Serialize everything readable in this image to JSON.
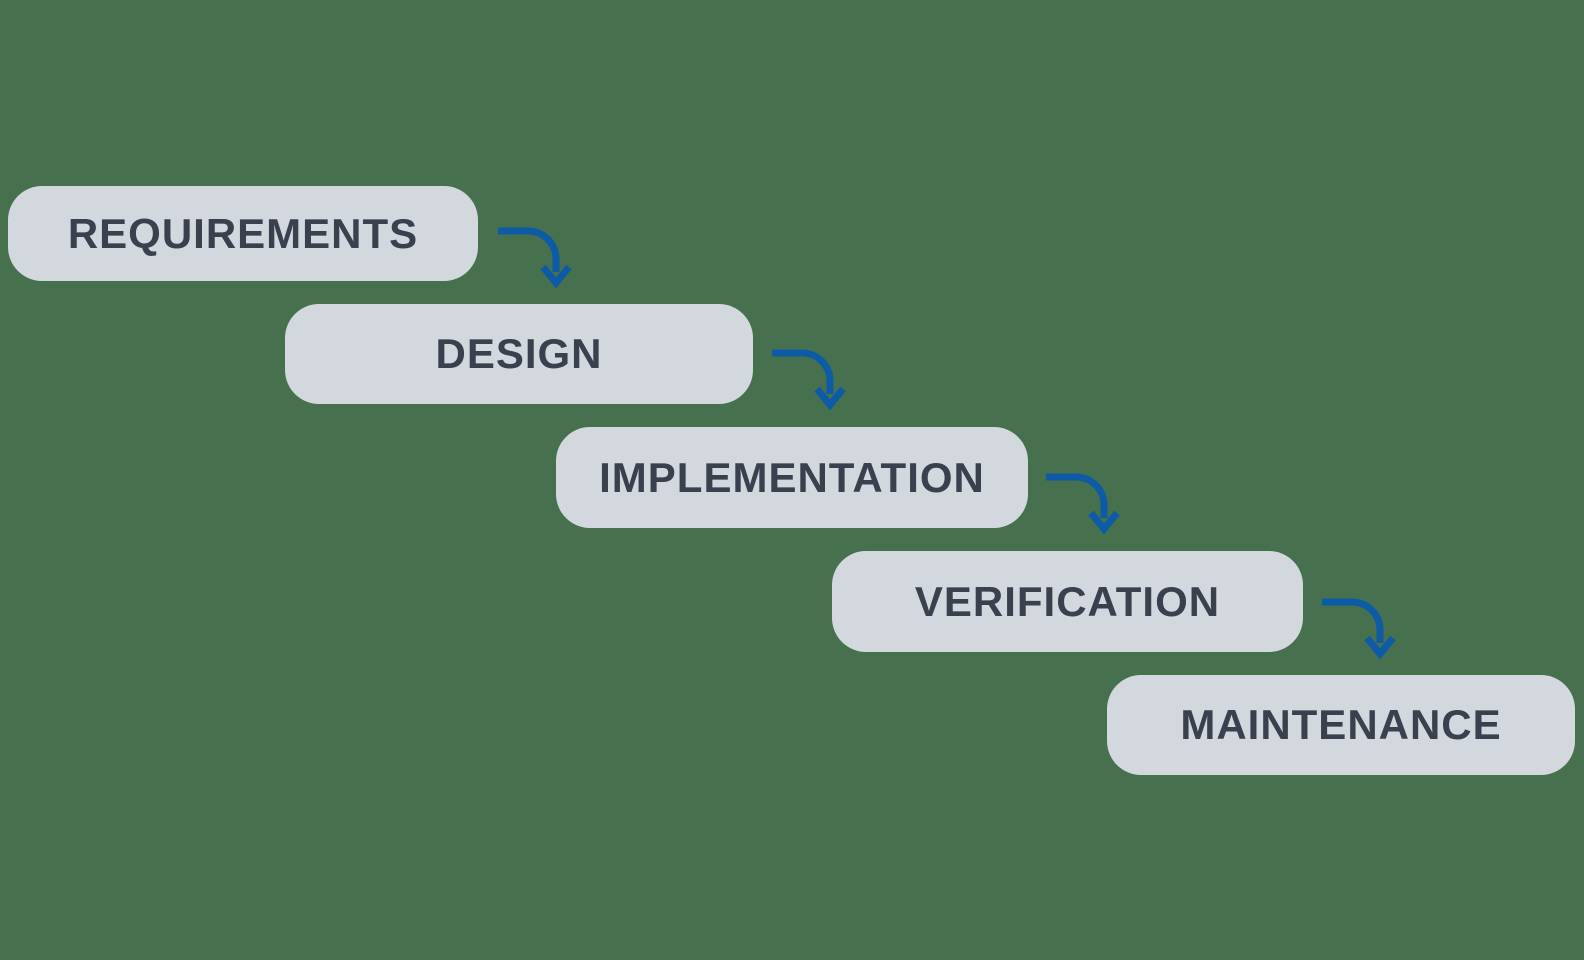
{
  "diagram": {
    "type": "waterfall-flow",
    "connector": "curved-arrow-down-right",
    "steps": [
      {
        "label": "REQUIREMENTS"
      },
      {
        "label": "DESIGN"
      },
      {
        "label": "IMPLEMENTATION"
      },
      {
        "label": "VERIFICATION"
      },
      {
        "label": "MAINTENANCE"
      }
    ],
    "colors": {
      "background": "#47714E",
      "box_fill": "#D3D8DE",
      "box_text": "#3A404E",
      "arrow": "#0D5AA6"
    }
  }
}
